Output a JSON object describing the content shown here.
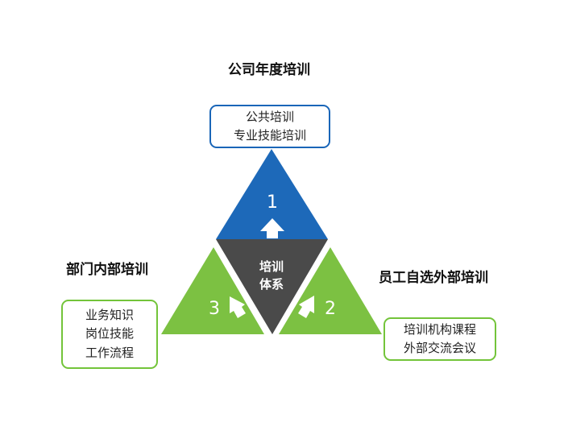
{
  "titles": {
    "top": "公司年度培训",
    "left": "部门内部培训",
    "right": "员工自选外部培训"
  },
  "boxes": {
    "top": [
      "公共培训",
      "专业技能培训"
    ],
    "left": [
      "业务知识",
      "岗位技能",
      "工作流程"
    ],
    "right": [
      "培训机构课程",
      "外部交流会议"
    ]
  },
  "center": [
    "培训",
    "体系"
  ],
  "numbers": {
    "top": "1",
    "right": "2",
    "left": "3"
  },
  "colors": {
    "blue": "#1d69b9",
    "green": "#7cc142",
    "center": "#4a4a4a",
    "arrow": "#ffffff"
  }
}
